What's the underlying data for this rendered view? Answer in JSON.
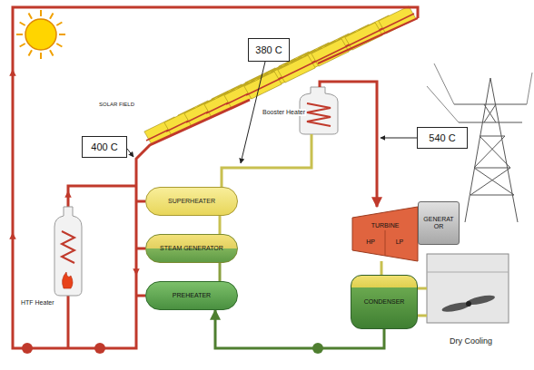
{
  "diagram": {
    "nodes": [
      {
        "text": [
          "380 C"
        ]
      },
      {
        "text": [
          "400 C"
        ]
      },
      {
        "text": [
          "540 C"
        ]
      },
      {
        "text": [
          "SUPERHEATER"
        ]
      },
      {
        "text": [
          "STEAM GENERATOR"
        ]
      },
      {
        "text": [
          "PREHEATER"
        ]
      },
      {
        "text": [
          "TURBINE",
          "HP",
          "LP"
        ]
      },
      {
        "text": [
          "GENERATOR"
        ]
      },
      {
        "text": [
          "CONDENSER"
        ]
      }
    ],
    "edges": [
      {
        "from": 3,
        "to": 6,
        "arrow": "to"
      },
      {
        "from": 6,
        "to": 8,
        "arrow": "none"
      },
      {
        "from": 8,
        "to": 5,
        "arrow": "to"
      },
      {
        "from": 5,
        "to": 4,
        "arrow": "none"
      },
      {
        "from": 4,
        "to": 3,
        "arrow": "none"
      }
    ],
    "labels": [
      "SOLAR FIELD",
      "HTF Heater",
      "Booster Heater",
      "Dry Cooling"
    ]
  }
}
